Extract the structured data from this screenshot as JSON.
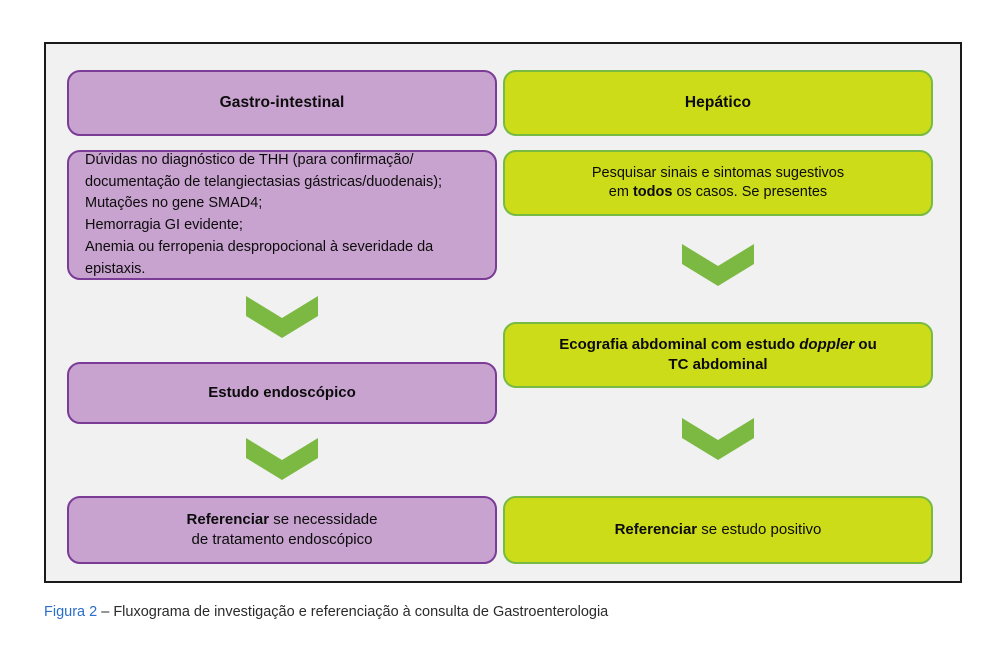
{
  "figure": {
    "caption_label": "Figura 2",
    "caption_dash": " – ",
    "caption_text": "Fluxograma de investigação e referenciação à consulta de Gastroenterologia",
    "label_color": "#2b6ecb"
  },
  "colors": {
    "purple_fill": "#c8a3cf",
    "purple_border": "#7a3c96",
    "green_fill": "#cddc19",
    "green_border": "#77bb42",
    "arrow_green": "#7cb943",
    "panel_background": "#f1f1f1",
    "frame_border": "#1a1a1a",
    "text": "#0c0c0c"
  },
  "columns": {
    "gastrointestinal": {
      "header": "Gastro-intestinal",
      "criteria_lines": [
        "Dúvidas no diagnóstico de THH (para confirmação/",
        "documentação de telangiectasias gástricas/duodenais);",
        "Mutações no gene SMAD4;",
        "Hemorragia GI evidente;",
        "Anemia ou ferropenia despropocional à severidade da",
        "epistaxis."
      ],
      "step_endoscopy": "Estudo endoscópico",
      "refer": {
        "lead": "Referenciar",
        "rest_line1": " se necessidade",
        "line2": "de tratamento endoscópico"
      }
    },
    "hepatico": {
      "header": "Hepático",
      "screening": {
        "line1": "Pesquisar sinais e sintomas sugestivos",
        "line2_pre": "em ",
        "line2_bold": "todos",
        "line2_post": " os casos. Se presentes"
      },
      "imaging": {
        "line1_pre": "Ecografia abdominal com estudo ",
        "line1_em": "doppler",
        "line1_post": " ou",
        "line2": "TC abdominal"
      },
      "refer": {
        "lead": "Referenciar",
        "rest": " se estudo positivo"
      }
    }
  },
  "arrows": {
    "glyph": "chevron-down"
  }
}
